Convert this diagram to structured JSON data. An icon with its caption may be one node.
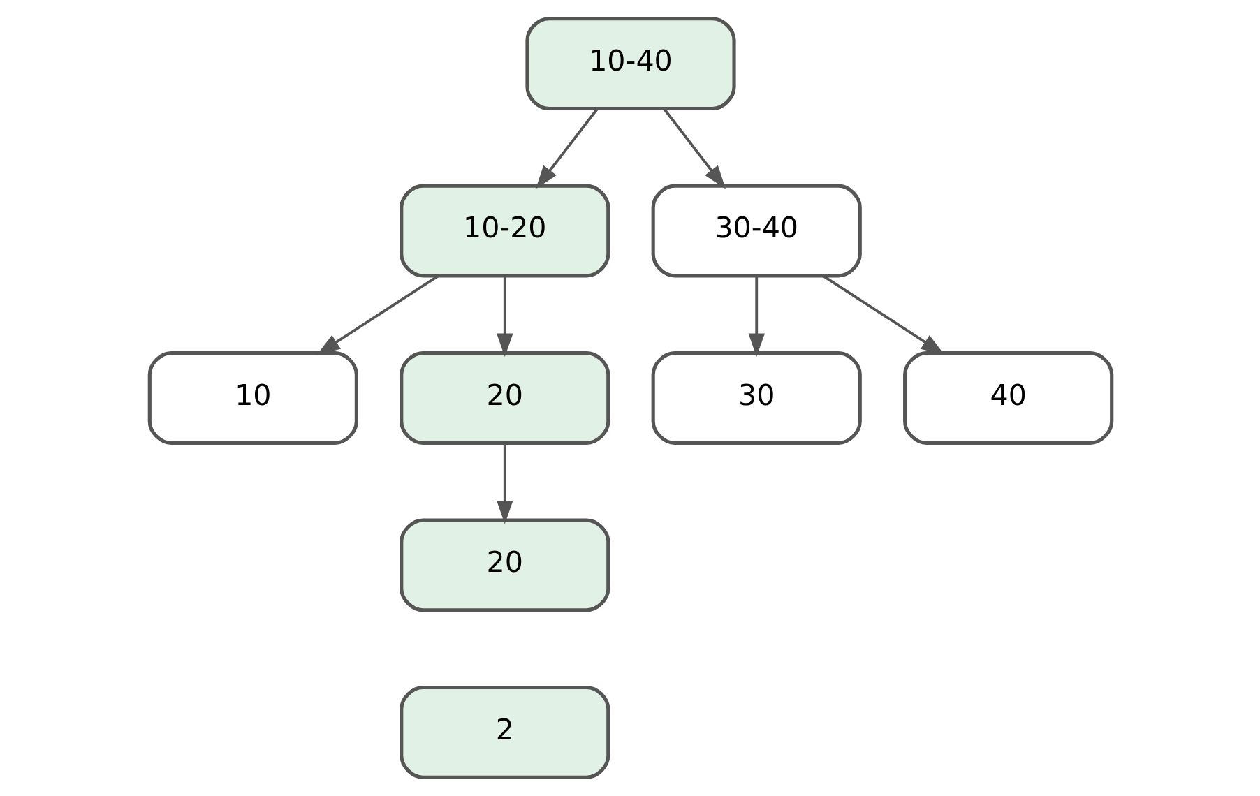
{
  "diagram": {
    "nodes": [
      {
        "text": [
          "10-40"
        ]
      },
      {
        "text": [
          "10-20"
        ]
      },
      {
        "text": [
          "30-40"
        ]
      },
      {
        "text": [
          "10"
        ]
      },
      {
        "text": [
          "20"
        ]
      },
      {
        "text": [
          "30"
        ]
      },
      {
        "text": [
          "40"
        ]
      },
      {
        "text": [
          "20"
        ]
      },
      {
        "text": [
          "2"
        ]
      }
    ],
    "edges": [
      {
        "from": 0,
        "to": 1,
        "arrow": "to"
      },
      {
        "from": 0,
        "to": 2,
        "arrow": "to"
      },
      {
        "from": 1,
        "to": 3,
        "arrow": "to"
      },
      {
        "from": 1,
        "to": 4,
        "arrow": "to"
      },
      {
        "from": 2,
        "to": 5,
        "arrow": "to"
      },
      {
        "from": 2,
        "to": 6,
        "arrow": "to"
      },
      {
        "from": 4,
        "to": 7,
        "arrow": "to"
      }
    ]
  }
}
